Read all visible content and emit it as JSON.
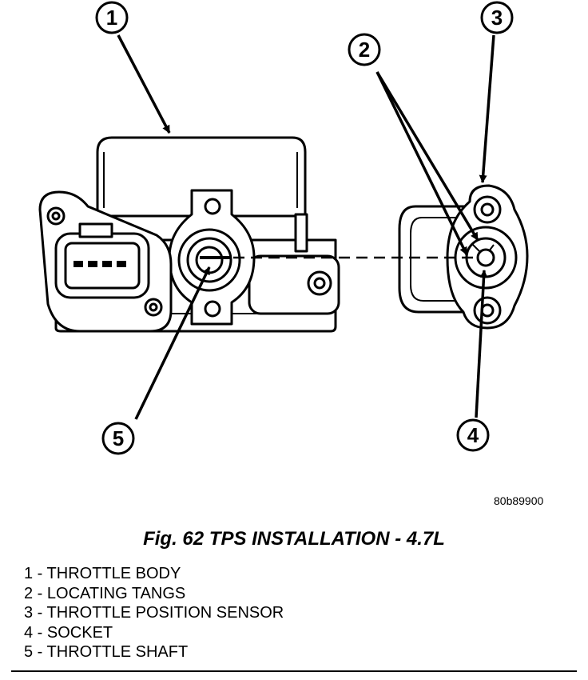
{
  "figure": {
    "id_code": "80b89900",
    "caption": "Fig. 62 TPS INSTALLATION - 4.7L"
  },
  "callouts": [
    {
      "number": "1"
    },
    {
      "number": "2"
    },
    {
      "number": "3"
    },
    {
      "number": "4"
    },
    {
      "number": "5"
    }
  ],
  "legend": [
    {
      "number": "1",
      "label": " - THROTTLE BODY"
    },
    {
      "number": "2",
      "label": " - LOCATING TANGS"
    },
    {
      "number": "3",
      "label": " - THROTTLE POSITION SENSOR"
    },
    {
      "number": "4",
      "label": " - SOCKET"
    },
    {
      "number": "5",
      "label": " - THROTTLE SHAFT"
    }
  ]
}
